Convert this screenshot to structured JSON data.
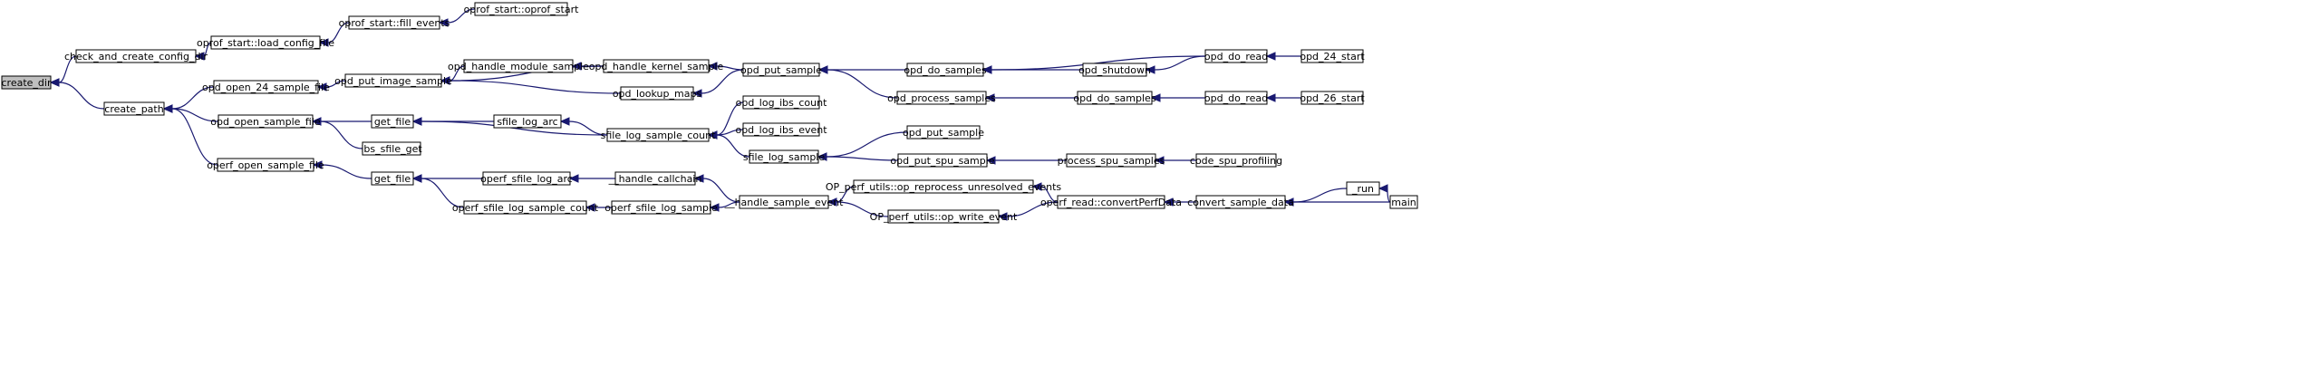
{
  "graph": {
    "nodes": [
      {
        "id": "create_dir",
        "label": "create_dir",
        "root": true
      },
      {
        "id": "check_and_create_config_dir",
        "label": "check_and_create_config_dir"
      },
      {
        "id": "create_path",
        "label": "create_path"
      },
      {
        "id": "oprof_start_load_config_file",
        "label": "oprof_start::load_config_file"
      },
      {
        "id": "oprof_start_fill_events",
        "label": "oprof_start::fill_events"
      },
      {
        "id": "oprof_start_oprof_start",
        "label": "oprof_start::oprof_start"
      },
      {
        "id": "opd_open_24_sample_file",
        "label": "opd_open_24_sample_file"
      },
      {
        "id": "opd_open_sample_file",
        "label": "opd_open_sample_file"
      },
      {
        "id": "operf_open_sample_file",
        "label": "operf_open_sample_file"
      },
      {
        "id": "opd_put_image_sample",
        "label": "opd_put_image_sample"
      },
      {
        "id": "get_file_1",
        "label": "get_file"
      },
      {
        "id": "ibs_sfile_get",
        "label": "ibs_sfile_get"
      },
      {
        "id": "get_file_2",
        "label": "get_file"
      },
      {
        "id": "opd_handle_module_sample",
        "label": "opd_handle_module_sample"
      },
      {
        "id": "opd_handle_kernel_sample",
        "label": "opd_handle_kernel_sample"
      },
      {
        "id": "opd_lookup_maps",
        "label": "opd_lookup_maps"
      },
      {
        "id": "opd_put_sample_1",
        "label": "opd_put_sample"
      },
      {
        "id": "sfile_log_arc",
        "label": "sfile_log_arc"
      },
      {
        "id": "sfile_log_sample_count",
        "label": "sfile_log_sample_count"
      },
      {
        "id": "opd_log_ibs_count",
        "label": "opd_log_ibs_count"
      },
      {
        "id": "opd_log_ibs_event",
        "label": "opd_log_ibs_event"
      },
      {
        "id": "sfile_log_sample",
        "label": "sfile_log_sample"
      },
      {
        "id": "opd_put_sample_2",
        "label": "opd_put_sample"
      },
      {
        "id": "opd_put_spu_sample",
        "label": "opd_put_spu_sample"
      },
      {
        "id": "process_spu_samples",
        "label": "process_spu_samples"
      },
      {
        "id": "code_spu_profiling",
        "label": "code_spu_profiling"
      },
      {
        "id": "operf_sfile_log_arc",
        "label": "operf_sfile_log_arc"
      },
      {
        "id": "operf_sfile_log_sample_count",
        "label": "operf_sfile_log_sample_count"
      },
      {
        "id": "handle_callchain",
        "label": "__handle_callchain"
      },
      {
        "id": "operf_sfile_log_sample",
        "label": "operf_sfile_log_sample"
      },
      {
        "id": "handle_sample_event",
        "label": "__handle_sample_event"
      },
      {
        "id": "op_reprocess_unresolved_events",
        "label": "OP_perf_utils::op_reprocess_unresolved_events"
      },
      {
        "id": "op_write_event",
        "label": "OP_perf_utils::op_write_event"
      },
      {
        "id": "operf_read_convertPerfData",
        "label": "operf_read::convertPerfData"
      },
      {
        "id": "convert_sample_data",
        "label": "convert_sample_data"
      },
      {
        "id": "run",
        "label": "_run"
      },
      {
        "id": "main",
        "label": "main"
      },
      {
        "id": "opd_do_samples_1",
        "label": "opd_do_samples"
      },
      {
        "id": "opd_shutdown",
        "label": "opd_shutdown"
      },
      {
        "id": "opd_process_samples",
        "label": "opd_process_samples"
      },
      {
        "id": "opd_do_samples_2",
        "label": "opd_do_samples"
      },
      {
        "id": "opd_do_read_1",
        "label": "opd_do_read"
      },
      {
        "id": "opd_24_start",
        "label": "opd_24_start"
      },
      {
        "id": "opd_do_read_2",
        "label": "opd_do_read"
      },
      {
        "id": "opd_26_start",
        "label": "opd_26_start"
      }
    ],
    "edges": [
      [
        "check_and_create_config_dir",
        "create_dir"
      ],
      [
        "create_path",
        "create_dir"
      ],
      [
        "oprof_start_load_config_file",
        "check_and_create_config_dir"
      ],
      [
        "oprof_start_fill_events",
        "oprof_start_load_config_file"
      ],
      [
        "oprof_start_oprof_start",
        "oprof_start_fill_events"
      ],
      [
        "opd_open_24_sample_file",
        "create_path"
      ],
      [
        "opd_open_sample_file",
        "create_path"
      ],
      [
        "operf_open_sample_file",
        "create_path"
      ],
      [
        "opd_put_image_sample",
        "opd_open_24_sample_file"
      ],
      [
        "get_file_1",
        "opd_open_sample_file"
      ],
      [
        "ibs_sfile_get",
        "opd_open_sample_file"
      ],
      [
        "get_file_2",
        "operf_open_sample_file"
      ],
      [
        "opd_handle_module_sample",
        "opd_put_image_sample"
      ],
      [
        "opd_handle_kernel_sample",
        "opd_put_image_sample"
      ],
      [
        "opd_lookup_maps",
        "opd_put_image_sample"
      ],
      [
        "opd_handle_kernel_sample",
        "opd_handle_module_sample"
      ],
      [
        "opd_put_sample_1",
        "opd_handle_kernel_sample"
      ],
      [
        "opd_put_sample_1",
        "opd_lookup_maps"
      ],
      [
        "opd_do_samples_1",
        "opd_put_sample_1"
      ],
      [
        "opd_process_samples",
        "opd_put_sample_1"
      ],
      [
        "opd_shutdown",
        "opd_do_samples_1"
      ],
      [
        "opd_do_read_1",
        "opd_do_samples_1"
      ],
      [
        "opd_do_read_1",
        "opd_shutdown"
      ],
      [
        "opd_24_start",
        "opd_do_read_1"
      ],
      [
        "opd_do_samples_2",
        "opd_process_samples"
      ],
      [
        "opd_do_read_2",
        "opd_do_samples_2"
      ],
      [
        "opd_26_start",
        "opd_do_read_2"
      ],
      [
        "sfile_log_arc",
        "get_file_1"
      ],
      [
        "sfile_log_sample_count",
        "get_file_1"
      ],
      [
        "sfile_log_sample_count",
        "sfile_log_arc"
      ],
      [
        "opd_log_ibs_count",
        "sfile_log_sample_count"
      ],
      [
        "opd_log_ibs_event",
        "sfile_log_sample_count"
      ],
      [
        "sfile_log_sample",
        "sfile_log_sample_count"
      ],
      [
        "opd_put_sample_2",
        "sfile_log_sample"
      ],
      [
        "opd_put_spu_sample",
        "sfile_log_sample"
      ],
      [
        "process_spu_samples",
        "opd_put_spu_sample"
      ],
      [
        "code_spu_profiling",
        "process_spu_samples"
      ],
      [
        "operf_sfile_log_arc",
        "get_file_2"
      ],
      [
        "operf_sfile_log_sample_count",
        "get_file_2"
      ],
      [
        "handle_callchain",
        "operf_sfile_log_arc"
      ],
      [
        "operf_sfile_log_sample",
        "operf_sfile_log_sample_count"
      ],
      [
        "handle_sample_event",
        "handle_callchain"
      ],
      [
        "handle_sample_event",
        "operf_sfile_log_sample"
      ],
      [
        "op_reprocess_unresolved_events",
        "handle_sample_event"
      ],
      [
        "op_write_event",
        "handle_sample_event"
      ],
      [
        "operf_read_convertPerfData",
        "op_reprocess_unresolved_events"
      ],
      [
        "operf_read_convertPerfData",
        "op_write_event"
      ],
      [
        "convert_sample_data",
        "operf_read_convertPerfData"
      ],
      [
        "run",
        "convert_sample_data"
      ],
      [
        "main",
        "convert_sample_data"
      ],
      [
        "main",
        "run"
      ]
    ]
  },
  "colors": {
    "edge": "#191970",
    "node_border": "#000000",
    "node_fill": "#ffffff",
    "root_fill": "#bfbfbf"
  }
}
